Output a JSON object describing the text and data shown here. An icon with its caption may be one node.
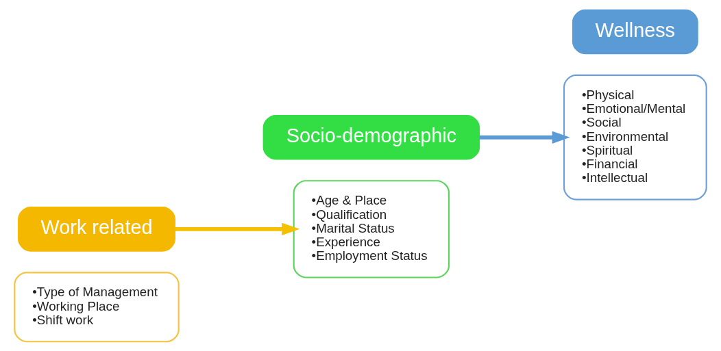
{
  "diagram": {
    "nodes": [
      {
        "text": [
          "•Type of Management",
          "•Working Place",
          "•Shift work"
        ]
      },
      {
        "text": [
          "Work related"
        ]
      },
      {
        "text": [
          "Socio-demographic"
        ]
      },
      {
        "text": [
          "•Age & Place",
          "•Qualification",
          "•Marital Status",
          "•Experience",
          "•Employment Status"
        ]
      },
      {
        "text": [
          "•Physical",
          "•Emotional/Mental",
          "•Social",
          "•Environmental",
          "•Spiritual",
          "•Financial",
          "•Intellectual"
        ]
      },
      {
        "text": [
          "Wellness"
        ]
      }
    ],
    "edges": [
      {
        "from": 1,
        "to": 3,
        "arrow": "to",
        "color": "#f5c000"
      },
      {
        "from": 2,
        "to": 4,
        "arrow": "to",
        "color": "#5b9bd5"
      }
    ]
  }
}
